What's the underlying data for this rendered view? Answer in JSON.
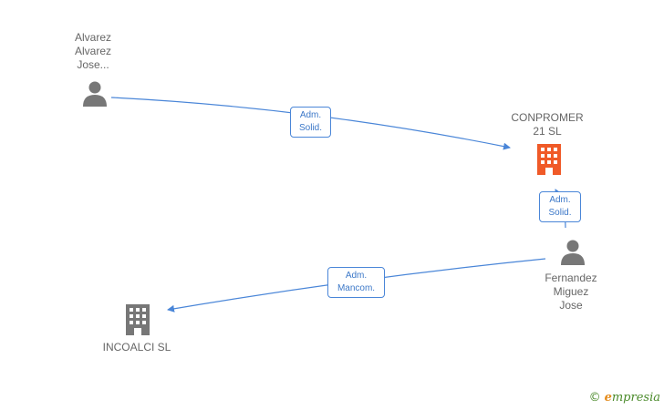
{
  "nodes": {
    "alvarez": {
      "label": "Alvarez\nAlvarez\nJose...",
      "type": "person"
    },
    "conpromer": {
      "label": "CONPROMER\n21 SL",
      "type": "company-main"
    },
    "fernandez": {
      "label": "Fernandez\nMiguez\nJose",
      "type": "person"
    },
    "incoalci": {
      "label": "INCOALCI SL",
      "type": "company"
    }
  },
  "edges": [
    {
      "from": "alvarez",
      "to": "conpromer",
      "label_line1": "Adm.",
      "label_line2": "Solid."
    },
    {
      "from": "fernandez",
      "to": "conpromer",
      "label_line1": "Adm.",
      "label_line2": "Solid."
    },
    {
      "from": "fernandez",
      "to": "incoalci",
      "label_line1": "Adm.",
      "label_line2": "Mancom."
    }
  ],
  "colors": {
    "edge": "#4a86d8",
    "person": "#777777",
    "company_main": "#f05a28",
    "company": "#777777"
  },
  "brand": {
    "copyright_symbol": "©",
    "name_initial": "e",
    "name_rest": "mpresia"
  }
}
